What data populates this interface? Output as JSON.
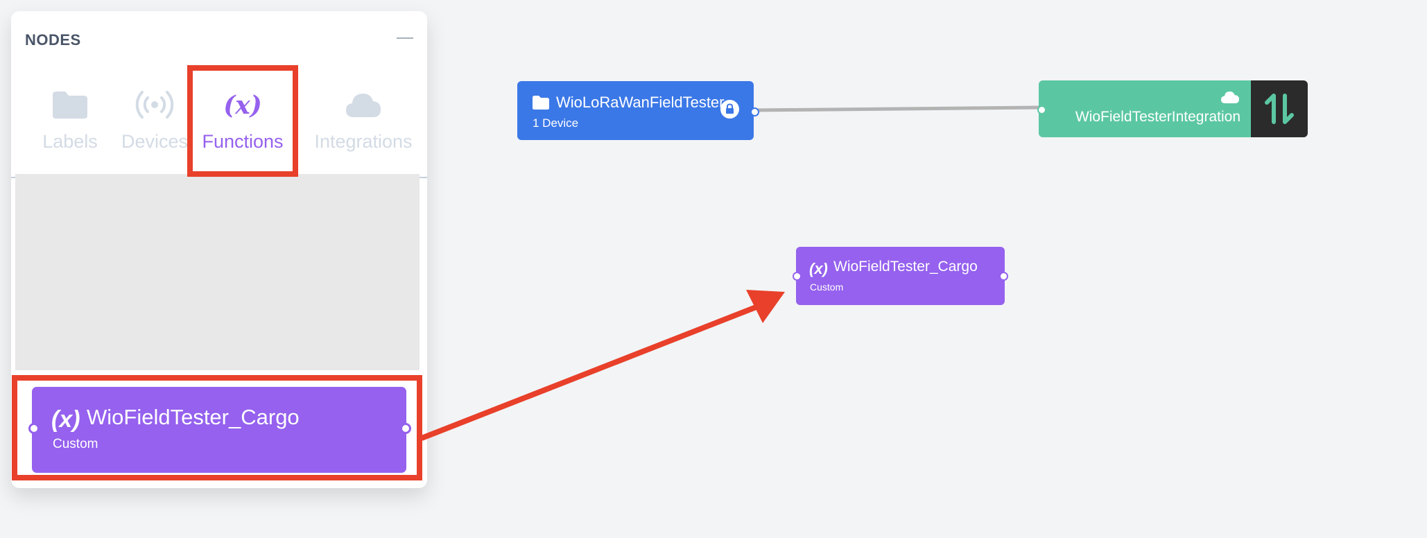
{
  "panel": {
    "title": "NODES",
    "tabs": [
      {
        "label": "Labels",
        "icon": "folder-icon",
        "active": false
      },
      {
        "label": "Devices",
        "icon": "signal-icon",
        "active": false
      },
      {
        "label": "Functions",
        "icon": "function-icon",
        "active": true
      },
      {
        "label": "Integrations",
        "icon": "cloud-icon",
        "active": false
      }
    ],
    "palette_node": {
      "icon_text": "(x)",
      "name": "WioFieldTester_Cargo",
      "subtitle": "Custom"
    }
  },
  "canvas": {
    "label_node": {
      "name": "WioLoRaWanFieldTester",
      "subtitle": "1 Device"
    },
    "integration_node": {
      "name": "WioFieldTesterIntegration"
    },
    "function_node": {
      "icon_text": "(x)",
      "name": "WioFieldTester_Cargo",
      "subtitle": "Custom"
    }
  },
  "colors": {
    "accent_purple": "#9561ee",
    "label_blue": "#3b78e7",
    "integration_green": "#5bc7a2",
    "annotation_red": "#e8402a",
    "canvas_bg": "#f3f4f6"
  }
}
